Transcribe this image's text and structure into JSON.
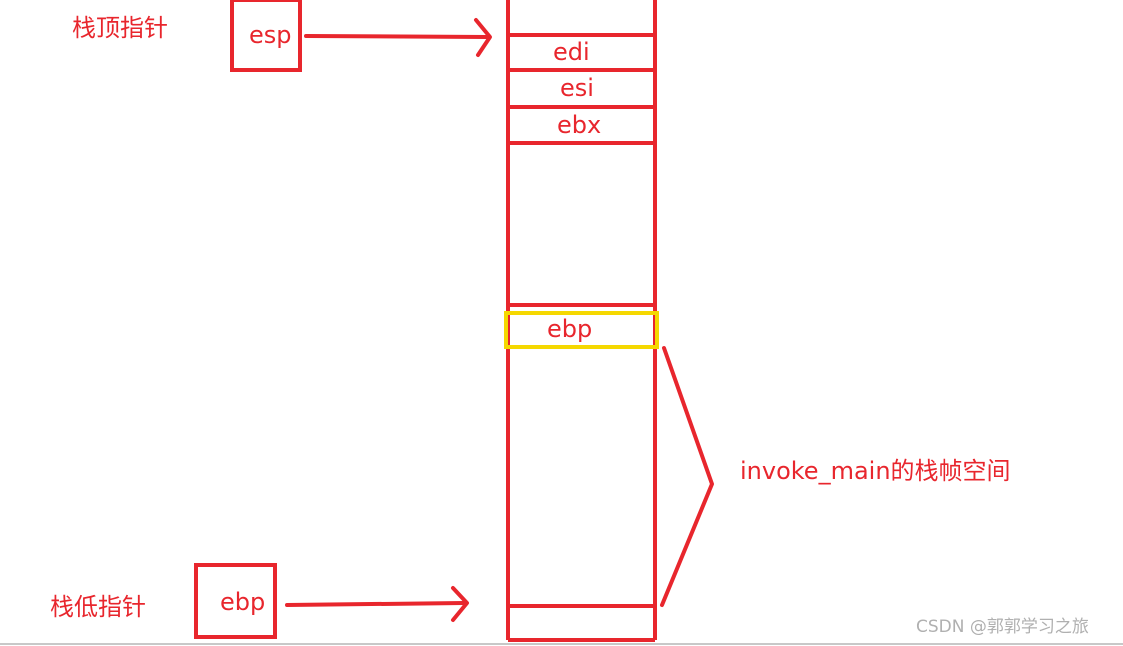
{
  "labels": {
    "stack_top_pointer": "栈顶指针",
    "stack_bottom_pointer": "栈低指针",
    "frame_space": "invoke_main的栈帧空间"
  },
  "pointers": {
    "esp": "esp",
    "ebp": "ebp"
  },
  "stack_cells": {
    "edi": "edi",
    "esi": "esi",
    "ebx": "ebx",
    "saved_ebp": "ebp"
  },
  "colors": {
    "line": "#e8262d",
    "highlight": "#f5d800",
    "watermark": "#b0b0b0"
  },
  "watermark": "CSDN @郭郭学习之旅"
}
